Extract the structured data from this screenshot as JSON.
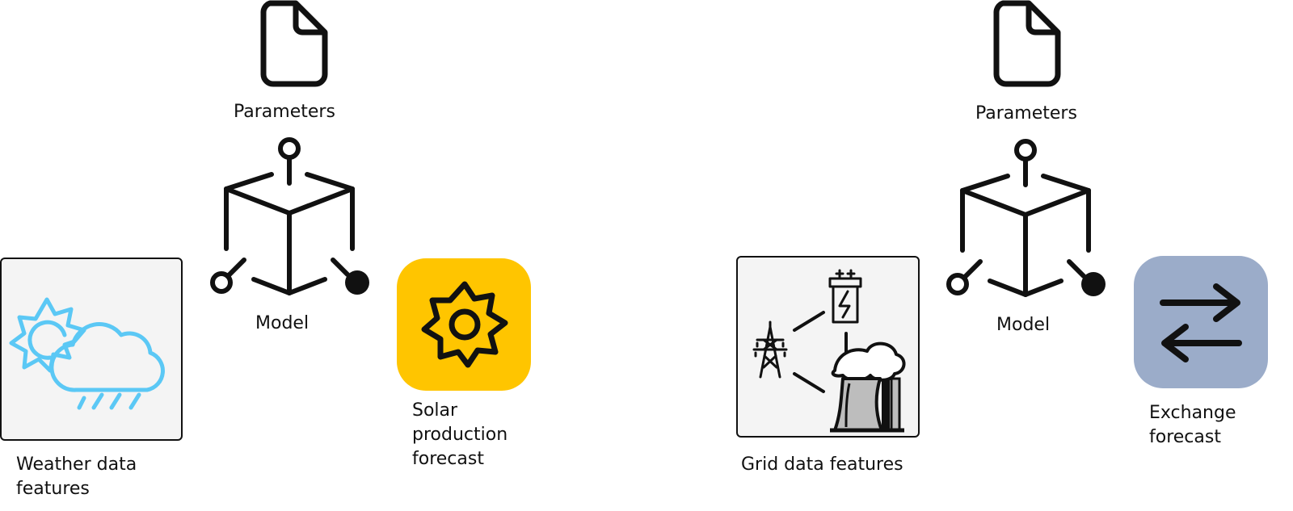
{
  "pipelines": [
    {
      "parameters_label": "Parameters",
      "model_label": "Model",
      "input_label": "Weather data\nfeatures",
      "output_label": "Solar\nproduction\nforecast",
      "output_color": "#FFC500",
      "input_icon": "weather-sun-cloud-rain-icon",
      "input_icon_color": "#5BC8F5",
      "output_icon": "sun-icon"
    },
    {
      "parameters_label": "Parameters",
      "model_label": "Model",
      "input_label": "Grid data features",
      "output_label": "Exchange\nforecast",
      "output_color": "#9BACC9",
      "input_icon": "power-grid-icon",
      "output_icon": "exchange-arrows-icon"
    }
  ],
  "colors": {
    "stroke": "#111111",
    "feature_box_fill": "#F4F4F4",
    "plant_gray": "#BDBDBD"
  }
}
